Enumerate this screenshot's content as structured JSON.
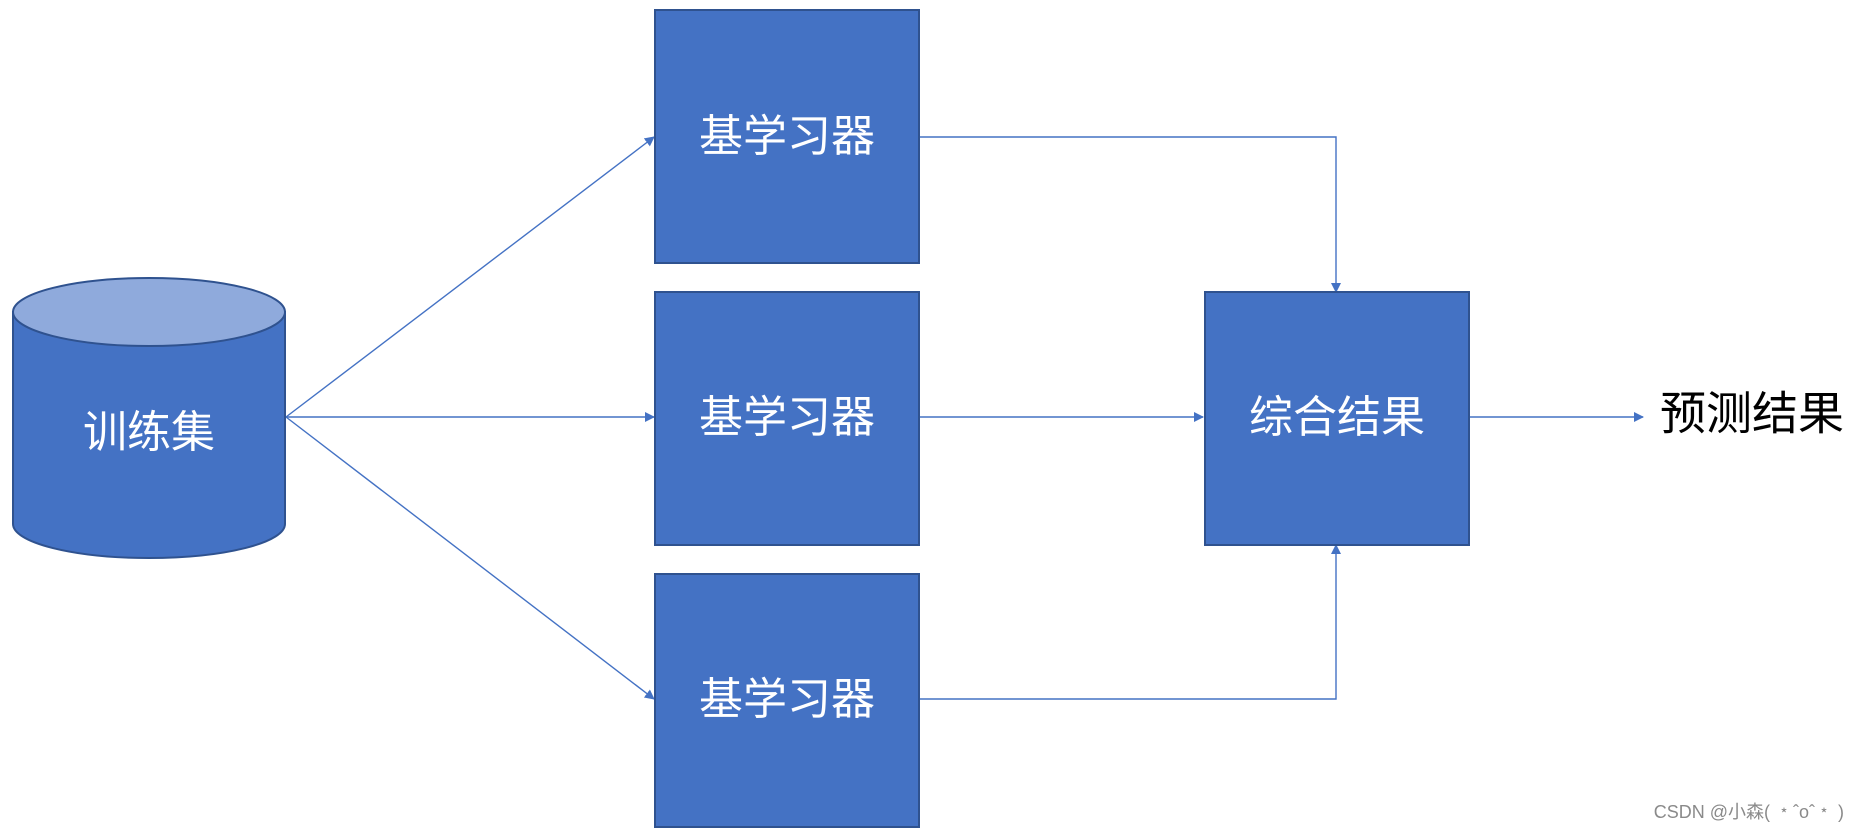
{
  "colors": {
    "box_fill": "#4472C4",
    "box_stroke": "#2F528F",
    "cylinder_top": "#8FAADC",
    "connector": "#4472C4",
    "label_light": "#FFFFFF",
    "label_dark": "#000000",
    "watermark": "#8A8A8A"
  },
  "nodes": {
    "training_set": {
      "label": "训练集"
    },
    "base_learner_1": {
      "label": "基学习器"
    },
    "base_learner_2": {
      "label": "基学习器"
    },
    "base_learner_3": {
      "label": "基学习器"
    },
    "combine": {
      "label": "综合结果"
    },
    "prediction": {
      "label": "预测结果"
    }
  },
  "edges": [
    {
      "from": "training_set",
      "to": "base_learner_1"
    },
    {
      "from": "training_set",
      "to": "base_learner_2"
    },
    {
      "from": "training_set",
      "to": "base_learner_3"
    },
    {
      "from": "base_learner_1",
      "to": "combine"
    },
    {
      "from": "base_learner_2",
      "to": "combine"
    },
    {
      "from": "base_learner_3",
      "to": "combine"
    },
    {
      "from": "combine",
      "to": "prediction"
    }
  ],
  "watermark": "CSDN @小森( ﹡ˆoˆ﹡ )"
}
